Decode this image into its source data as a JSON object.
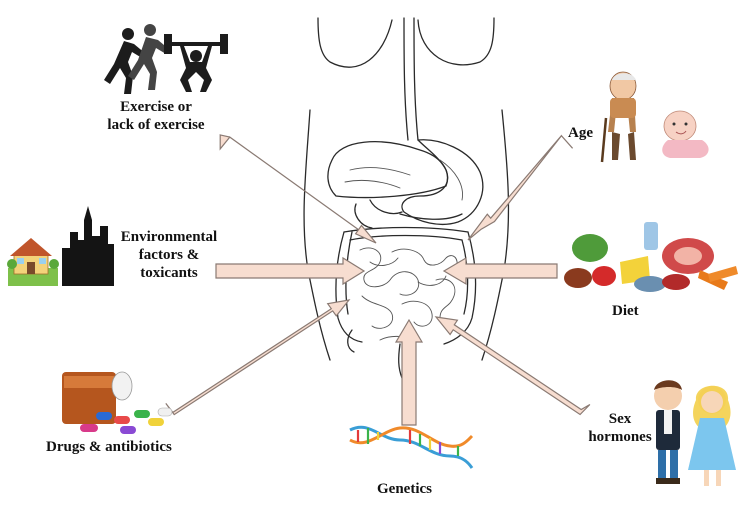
{
  "labels": {
    "exercise_l1": "Exercise or",
    "exercise_l2": "lack of exercise",
    "age": "Age",
    "env_l1": "Environmental",
    "env_l2": "factors &",
    "env_l3": "toxicants",
    "diet": "Diet",
    "drugs": "Drugs & antibiotics",
    "sex_l1": "Sex",
    "sex_l2": "hormones",
    "genetics": "Genetics"
  },
  "icons": [
    "runners-icon",
    "weightlifter-icon",
    "elderly-man-icon",
    "baby-icon",
    "house-icon",
    "city-skyline-icon",
    "food-icon",
    "pill-bottle-icon",
    "children-icon",
    "dna-icon",
    "digestive-system-illustration"
  ],
  "colors": {
    "arrow_fill": "#f7ddd0",
    "arrow_stroke": "#8a7a73"
  }
}
